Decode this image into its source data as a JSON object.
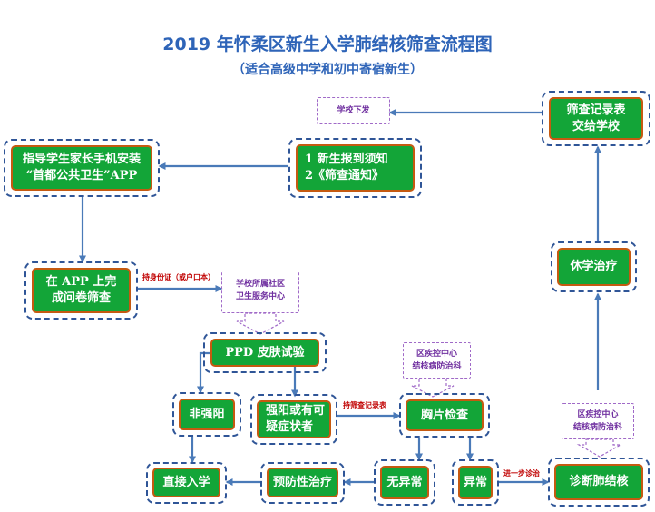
{
  "header": {
    "title": "2019 年怀柔区新生入学肺结核筛查流程图",
    "subtitle": "（适合高级中学和初中寄宿新生）"
  },
  "nodes": {
    "notice": "1 新生报到须知\n2《筛查通知》",
    "guide_app": "指导学生家长手机安装\n“首都公共卫生”APP",
    "questionnaire": "在 APP 上完\n成问卷筛查",
    "ppd": "PPD 皮肤试验",
    "non_strong": "非强阳",
    "strong_pos": "强阳或有可\n疑症状者",
    "chest_xray": "胸片检查",
    "no_abnormal": "无异常",
    "abnormal": "异常",
    "direct_entry": "直接入学",
    "preventive": "预防性治疗",
    "diagnosis": "诊断肺结核",
    "suspend": "休学治疗",
    "record": "筛查记录表\n交给学校"
  },
  "callouts": {
    "school_issue": "学校下发",
    "community_center": "学校所属社区\n卫生服务中心",
    "cdc_xray": "区疾控中心\n结核病防治科",
    "cdc_diagnosis": "区疾控中心\n结核病防治科"
  },
  "edge_labels": {
    "id_card": "持身份证（或户口本）",
    "with_record": "持筛查记录表",
    "further": "进一步诊治"
  },
  "colors": {
    "node_fill": "#13a538",
    "node_border": "#c55a11",
    "dashed_frame": "#2f5597",
    "arrow": "#4a7ab8",
    "title": "#2e64b8",
    "callout_text": "#7030a0",
    "edge_label_text": "#c00000"
  }
}
